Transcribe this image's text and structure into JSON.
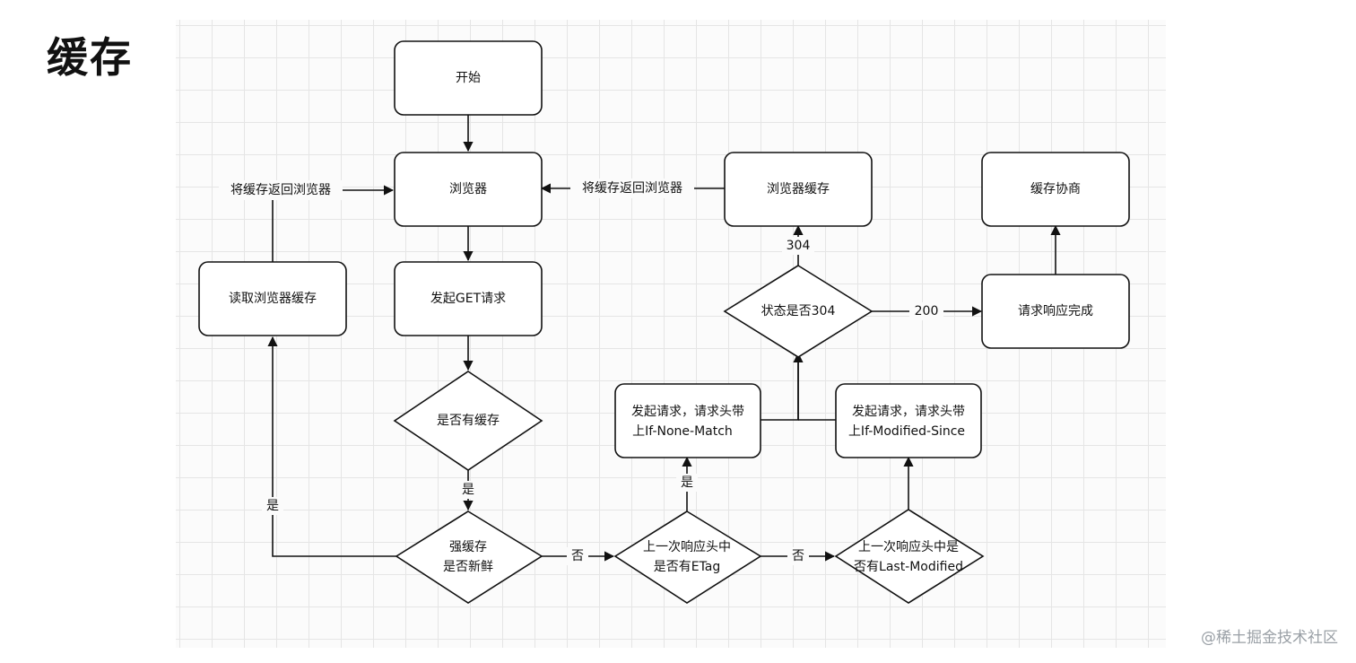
{
  "title": "缓存",
  "nodes": {
    "start": "开始",
    "browser": "浏览器",
    "browser_cache": "浏览器缓存",
    "negotiate": "缓存协商",
    "read_cache": "读取浏览器缓存",
    "get_request": "发起GET请求",
    "status_304": "状态是否304",
    "response_done": "请求响应完成",
    "has_cache": "是否有缓存",
    "req_none_match": [
      "发起请求，请求头带",
      "上If-None-Match"
    ],
    "req_modified_since": [
      "发起请求，请求头带",
      "上If-Modified-Since"
    ],
    "strong_fresh": [
      "强缓存",
      "是否新鲜"
    ],
    "has_etag": [
      "上一次响应头中",
      "是否有ETag"
    ],
    "has_last_modified": [
      "上一次响应头中是",
      "否有Last-Modified"
    ]
  },
  "edges": {
    "return_cache_left": "将缓存返回浏览器",
    "return_cache_right": "将缓存返回浏览器",
    "code_304": "304",
    "code_200": "200",
    "yes_has_cache": "是",
    "yes_fresh": "是",
    "no_fresh": "否",
    "yes_etag": "是",
    "no_etag": "否"
  },
  "watermark": "@稀土掘金技术社区",
  "colors": {
    "stroke": "#111111",
    "node_fill": "#ffffff",
    "grid": "#e5e5e5",
    "watermark": "#9aa0a6"
  }
}
